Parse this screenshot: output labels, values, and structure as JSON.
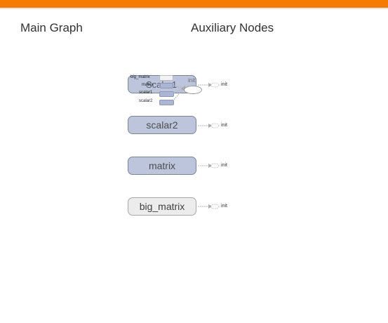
{
  "header": {
    "accent_color": "#f57c00",
    "main_graph_title": "Main Graph",
    "aux_title": "Auxiliary Nodes"
  },
  "expanded": {
    "title": "Scalar1",
    "inner_labels": [
      "big_matrix",
      "matrix",
      "scalar1",
      "scalar2"
    ],
    "op_label": "init",
    "init_label": "init"
  },
  "nodes": [
    {
      "label": "scalar2",
      "init_label": "init",
      "style": "used"
    },
    {
      "label": "matrix",
      "init_label": "init",
      "style": "used"
    },
    {
      "label": "big_matrix",
      "init_label": "init",
      "style": "unused"
    }
  ],
  "colors": {
    "node_fill": "#bcc5dc",
    "node_border": "#7a8599",
    "unused_fill": "#ececec",
    "unused_border": "#a8a8a8"
  }
}
